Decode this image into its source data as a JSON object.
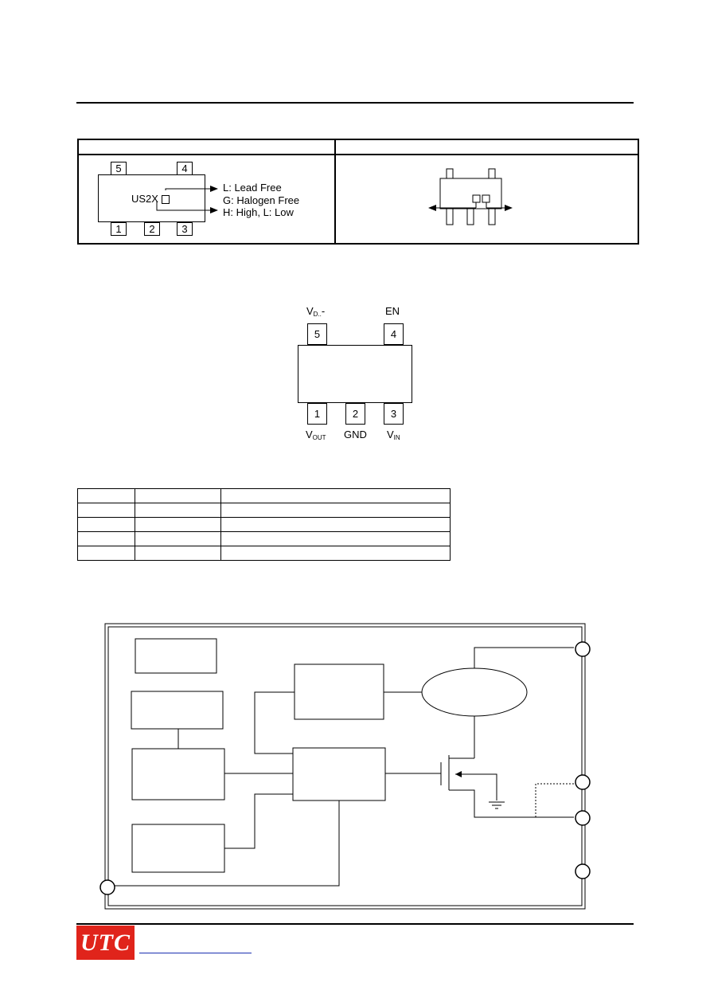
{
  "marking": {
    "pins_top": [
      "5",
      "4"
    ],
    "pins_bottom": [
      "1",
      "2",
      "3"
    ],
    "code": "US2X",
    "legend": [
      "L: Lead Free",
      "G: Halogen Free",
      "H: High, L: Low"
    ]
  },
  "pin_config": {
    "top_pins": [
      "5",
      "4"
    ],
    "bottom_pins": [
      "1",
      "2",
      "3"
    ],
    "top_labels": {
      "p5_main": "V",
      "p5_sub": "D..",
      "p5_suffix": "-",
      "p4": "EN"
    },
    "bottom_labels": {
      "p1_main": "V",
      "p1_sub": "OUT",
      "p2": "GND",
      "p3_main": "V",
      "p3_sub": "IN"
    }
  },
  "colors": {
    "logo_bg": "#e0241b",
    "link": "#1a2fb0"
  },
  "footer": {
    "logo_text": "UTC"
  }
}
